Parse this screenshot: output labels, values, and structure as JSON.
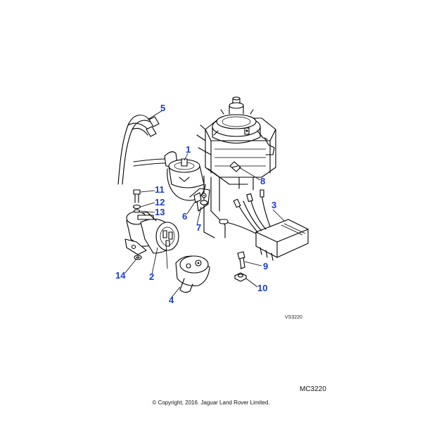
{
  "diagram": {
    "drawing_code": "VS3220",
    "figure_ref": "MC3220",
    "copyright": "© Copyright, 2016. Jaguar Land Rover Limited.",
    "callouts": [
      "1",
      "2",
      "3",
      "4",
      "5",
      "6",
      "7",
      "8",
      "9",
      "10",
      "11",
      "12",
      "13",
      "14"
    ]
  },
  "colors": {
    "callout": "#1a3bd1",
    "line": "#000000",
    "background": "#ffffff"
  }
}
